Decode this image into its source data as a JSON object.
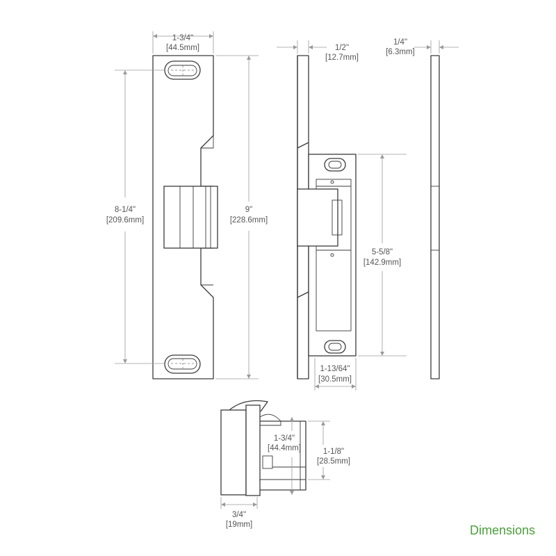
{
  "title": "Dimensions",
  "colors": {
    "accent": "#4a9e3a",
    "line": "#3a3a3a",
    "dimension": "#9a9a9a"
  },
  "front_view": {
    "width": {
      "imperial": "1-3/4\"",
      "metric": "[44.5mm]"
    },
    "hole_spacing": {
      "imperial": "8-1/4\"",
      "metric": "[209.6mm]"
    },
    "overall_height": {
      "imperial": "9\"",
      "metric": "[228.6mm]"
    }
  },
  "side_view": {
    "lip_depth": {
      "imperial": "1/2\"",
      "metric": "[12.7mm]"
    },
    "body_height": {
      "imperial": "5-5/8\"",
      "metric": "[142.9mm]"
    },
    "body_depth": {
      "imperial": "1-13/64\"",
      "metric": "[30.5mm]"
    }
  },
  "edge_view": {
    "plate_thickness": {
      "imperial": "1/4\"",
      "metric": "[6.3mm]"
    }
  },
  "bottom_view": {
    "keeper_depth": {
      "imperial": "1-3/4\"",
      "metric": "[44.4mm]"
    },
    "keeper_height": {
      "imperial": "1-1/8\"",
      "metric": "[28.5mm]"
    },
    "lip_offset": {
      "imperial": "3/4\"",
      "metric": "[19mm]"
    }
  }
}
